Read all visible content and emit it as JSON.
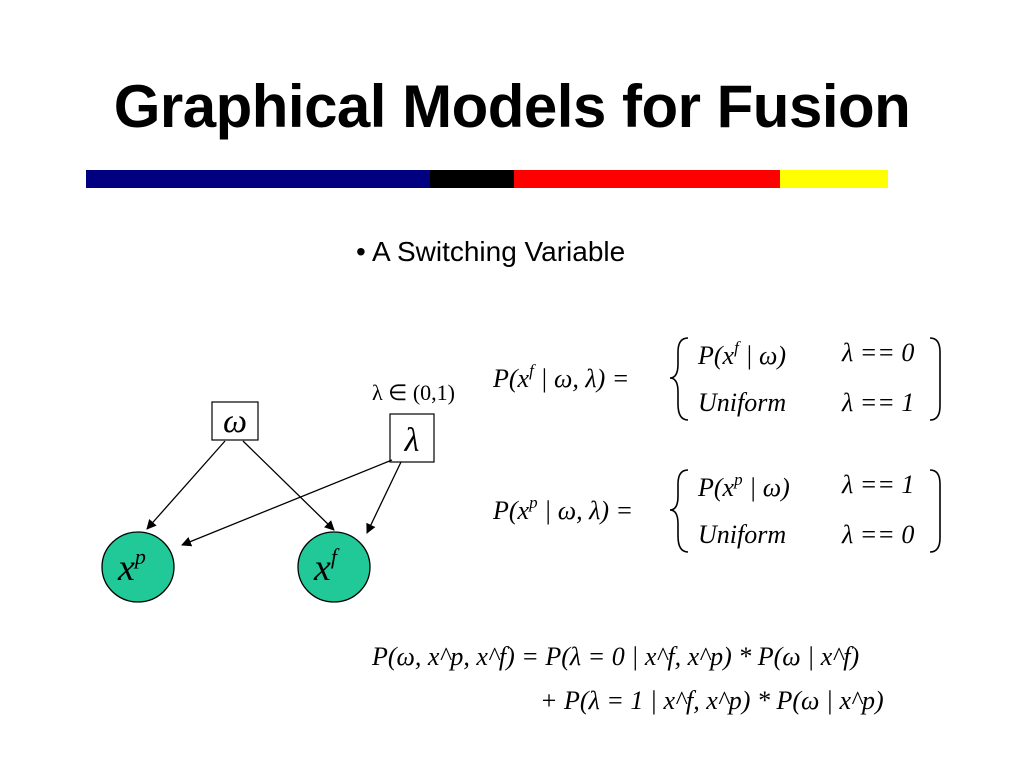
{
  "slide": {
    "title": "Graphical Models for Fusion",
    "bullet": "• A Switching Variable"
  },
  "colors": {
    "bar_navy": "#000080",
    "bar_black": "#000000",
    "bar_red": "#ff0000",
    "bar_yellow": "#ffff00",
    "node_fill": "#20c997"
  },
  "graph": {
    "omega_label": "ω",
    "lambda_label": "λ",
    "lambda_domain": "λ ∈ (0,1)",
    "xp_base": "x",
    "xp_sup": "p",
    "xf_base": "x",
    "xf_sup": "f"
  },
  "eq1": {
    "lhs_a": "P(x",
    "lhs_sup": "f",
    "lhs_b": " | ω, λ) =",
    "case1_a": "P(x",
    "case1_sup": "f",
    "case1_b": " | ω)",
    "case1_cond": "λ == 0",
    "case2": "Uniform",
    "case2_cond": "λ == 1"
  },
  "eq2": {
    "lhs_a": "P(x",
    "lhs_sup": "p",
    "lhs_b": " | ω, λ) =",
    "case1_a": "P(x",
    "case1_sup": "p",
    "case1_b": " | ω)",
    "case1_cond": "λ == 1",
    "case2": "Uniform",
    "case2_cond": "λ == 0"
  },
  "eq3": {
    "line1": "P(ω, x^p, x^f) = P(λ = 0 | x^f, x^p) * P(ω | x^f)",
    "line2": "+ P(λ = 1 | x^f, x^p) * P(ω | x^p)"
  }
}
